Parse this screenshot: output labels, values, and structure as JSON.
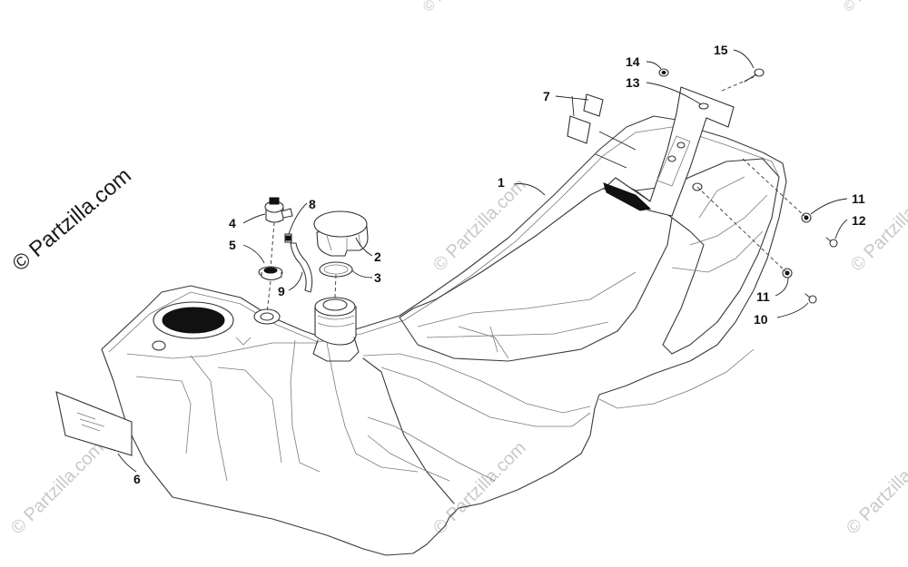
{
  "watermark": {
    "side_text": "© Partzilla.com",
    "repeat_text": "© Partzilla.com"
  },
  "callouts": {
    "c1": "1",
    "c2": "2",
    "c3": "3",
    "c4": "4",
    "c5": "5",
    "c6": "6",
    "c7": "7",
    "c8": "8",
    "c9": "9",
    "c10": "10",
    "c11a": "11",
    "c11b": "11",
    "c12": "12",
    "c13": "13",
    "c14": "14",
    "c15": "15"
  },
  "colors": {
    "line": "#333333",
    "watermark": "#c9c9c9",
    "background": "#ffffff"
  }
}
